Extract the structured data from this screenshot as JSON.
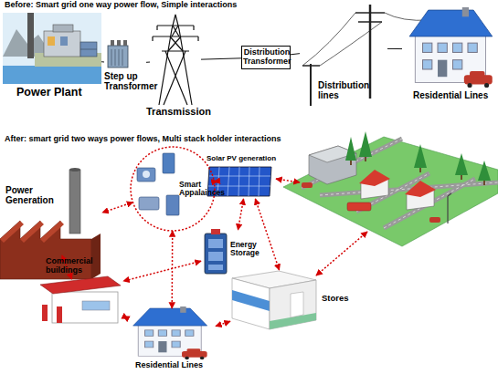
{
  "diagram": {
    "nodes": [
      {
        "text": [
          "Power Plant"
        ]
      },
      {
        "text": [
          "Step up Transformer"
        ]
      },
      {
        "text": [
          "Transmission"
        ]
      },
      {
        "text": [
          "Distribution Transformer"
        ]
      },
      {
        "text": [
          "Distribution lines"
        ]
      },
      {
        "text": [
          "Residential Lines"
        ]
      },
      {
        "text": [
          "Solar PV generation"
        ]
      },
      {
        "text": [
          "Smart Appalainces"
        ]
      },
      {
        "text": [
          "Power Generation"
        ]
      },
      {
        "text": [
          "Energy Storage"
        ]
      },
      {
        "text": [
          "Commercial buildings"
        ]
      },
      {
        "text": [
          "Stores"
        ]
      },
      {
        "text": [
          "Residential Lines"
        ]
      }
    ],
    "edges": [
      {
        "from": 0,
        "to": 1,
        "arrow": "none"
      },
      {
        "from": 1,
        "to": 2,
        "arrow": "none"
      },
      {
        "from": 2,
        "to": 3,
        "arrow": "none"
      },
      {
        "from": 3,
        "to": 4,
        "arrow": "none"
      },
      {
        "from": 4,
        "to": 5,
        "arrow": "none"
      },
      {
        "from": 7,
        "to": 6,
        "arrow": "both"
      },
      {
        "from": 7,
        "to": 8,
        "arrow": "both"
      },
      {
        "from": 7,
        "to": 12,
        "arrow": "both"
      },
      {
        "from": 6,
        "to": 9,
        "arrow": "both"
      },
      {
        "from": 6,
        "to": 11,
        "arrow": "both"
      },
      {
        "from": 8,
        "to": 10,
        "arrow": "both"
      },
      {
        "from": 10,
        "to": 12,
        "arrow": "both"
      },
      {
        "from": 12,
        "to": 11,
        "arrow": "both"
      },
      {
        "from": 9,
        "to": 10,
        "arrow": "both"
      }
    ],
    "labels": [
      "Before: Smart grid one way power flow, Simple interactions",
      "After: smart grid two ways power flows, Multi stack holder interactions"
    ]
  }
}
